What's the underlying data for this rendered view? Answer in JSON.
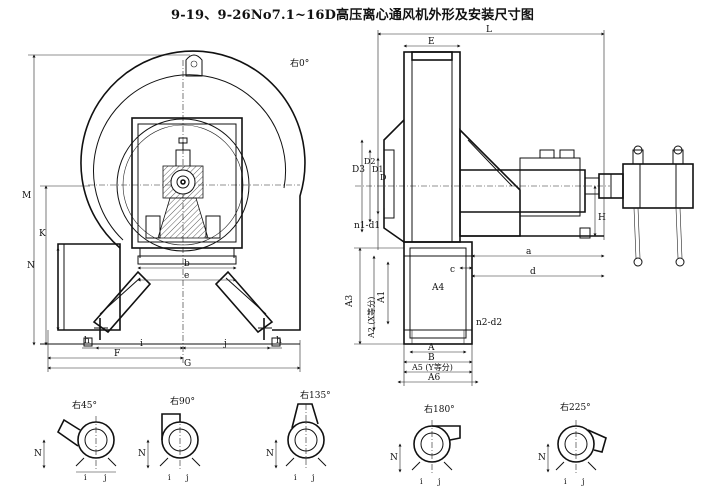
{
  "title": "9-19、9-26No7.1~16D高压离心通风机外形及安装尺寸图",
  "front_view": {
    "orientation": "右0°",
    "dims": {
      "M": "M",
      "K": "K",
      "N": "N",
      "e": "e",
      "b": "b",
      "h": "h",
      "i": "i",
      "j": "j",
      "F": "F",
      "G": "G"
    }
  },
  "side_view": {
    "dims": {
      "E": "E",
      "L": "L",
      "D": "D",
      "D1": "D1",
      "D2": "D2",
      "D3": "D3",
      "n1d1": "n1-d1",
      "H": "H",
      "a": "a",
      "c": "c",
      "d": "d",
      "A3": "A3",
      "A2": "A2 (X等分)",
      "A1": "A1",
      "A4": "A4",
      "n2d2": "n2-d2",
      "A": "A",
      "B": "B",
      "A5": "A5 (Y等分)",
      "A6": "A6"
    }
  },
  "positions": [
    {
      "label": "右45°"
    },
    {
      "label": "右90°"
    },
    {
      "label": "右135°"
    },
    {
      "label": "右180°"
    },
    {
      "label": "右225°"
    }
  ],
  "small_dims": {
    "N": "N",
    "i": "i",
    "j": "j"
  }
}
